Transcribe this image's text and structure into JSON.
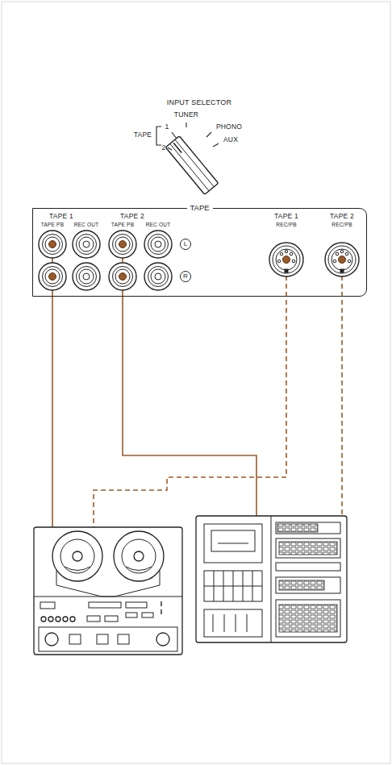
{
  "diagram": {
    "nodes": [
      {
        "text": [
          "TAPE"
        ]
      }
    ],
    "labels": [
      "INPUT SELECTOR",
      "TAPE",
      "1",
      "2",
      "TUNER",
      "PHONO",
      "AUX",
      "TAPE 1",
      "TAPE PB",
      "REC OUT",
      "TAPE 2",
      "TAPE PB",
      "REC OUT",
      "L",
      "R",
      "TAPE 1",
      "REC/PB",
      "TAPE 2",
      "REC/PB"
    ]
  }
}
